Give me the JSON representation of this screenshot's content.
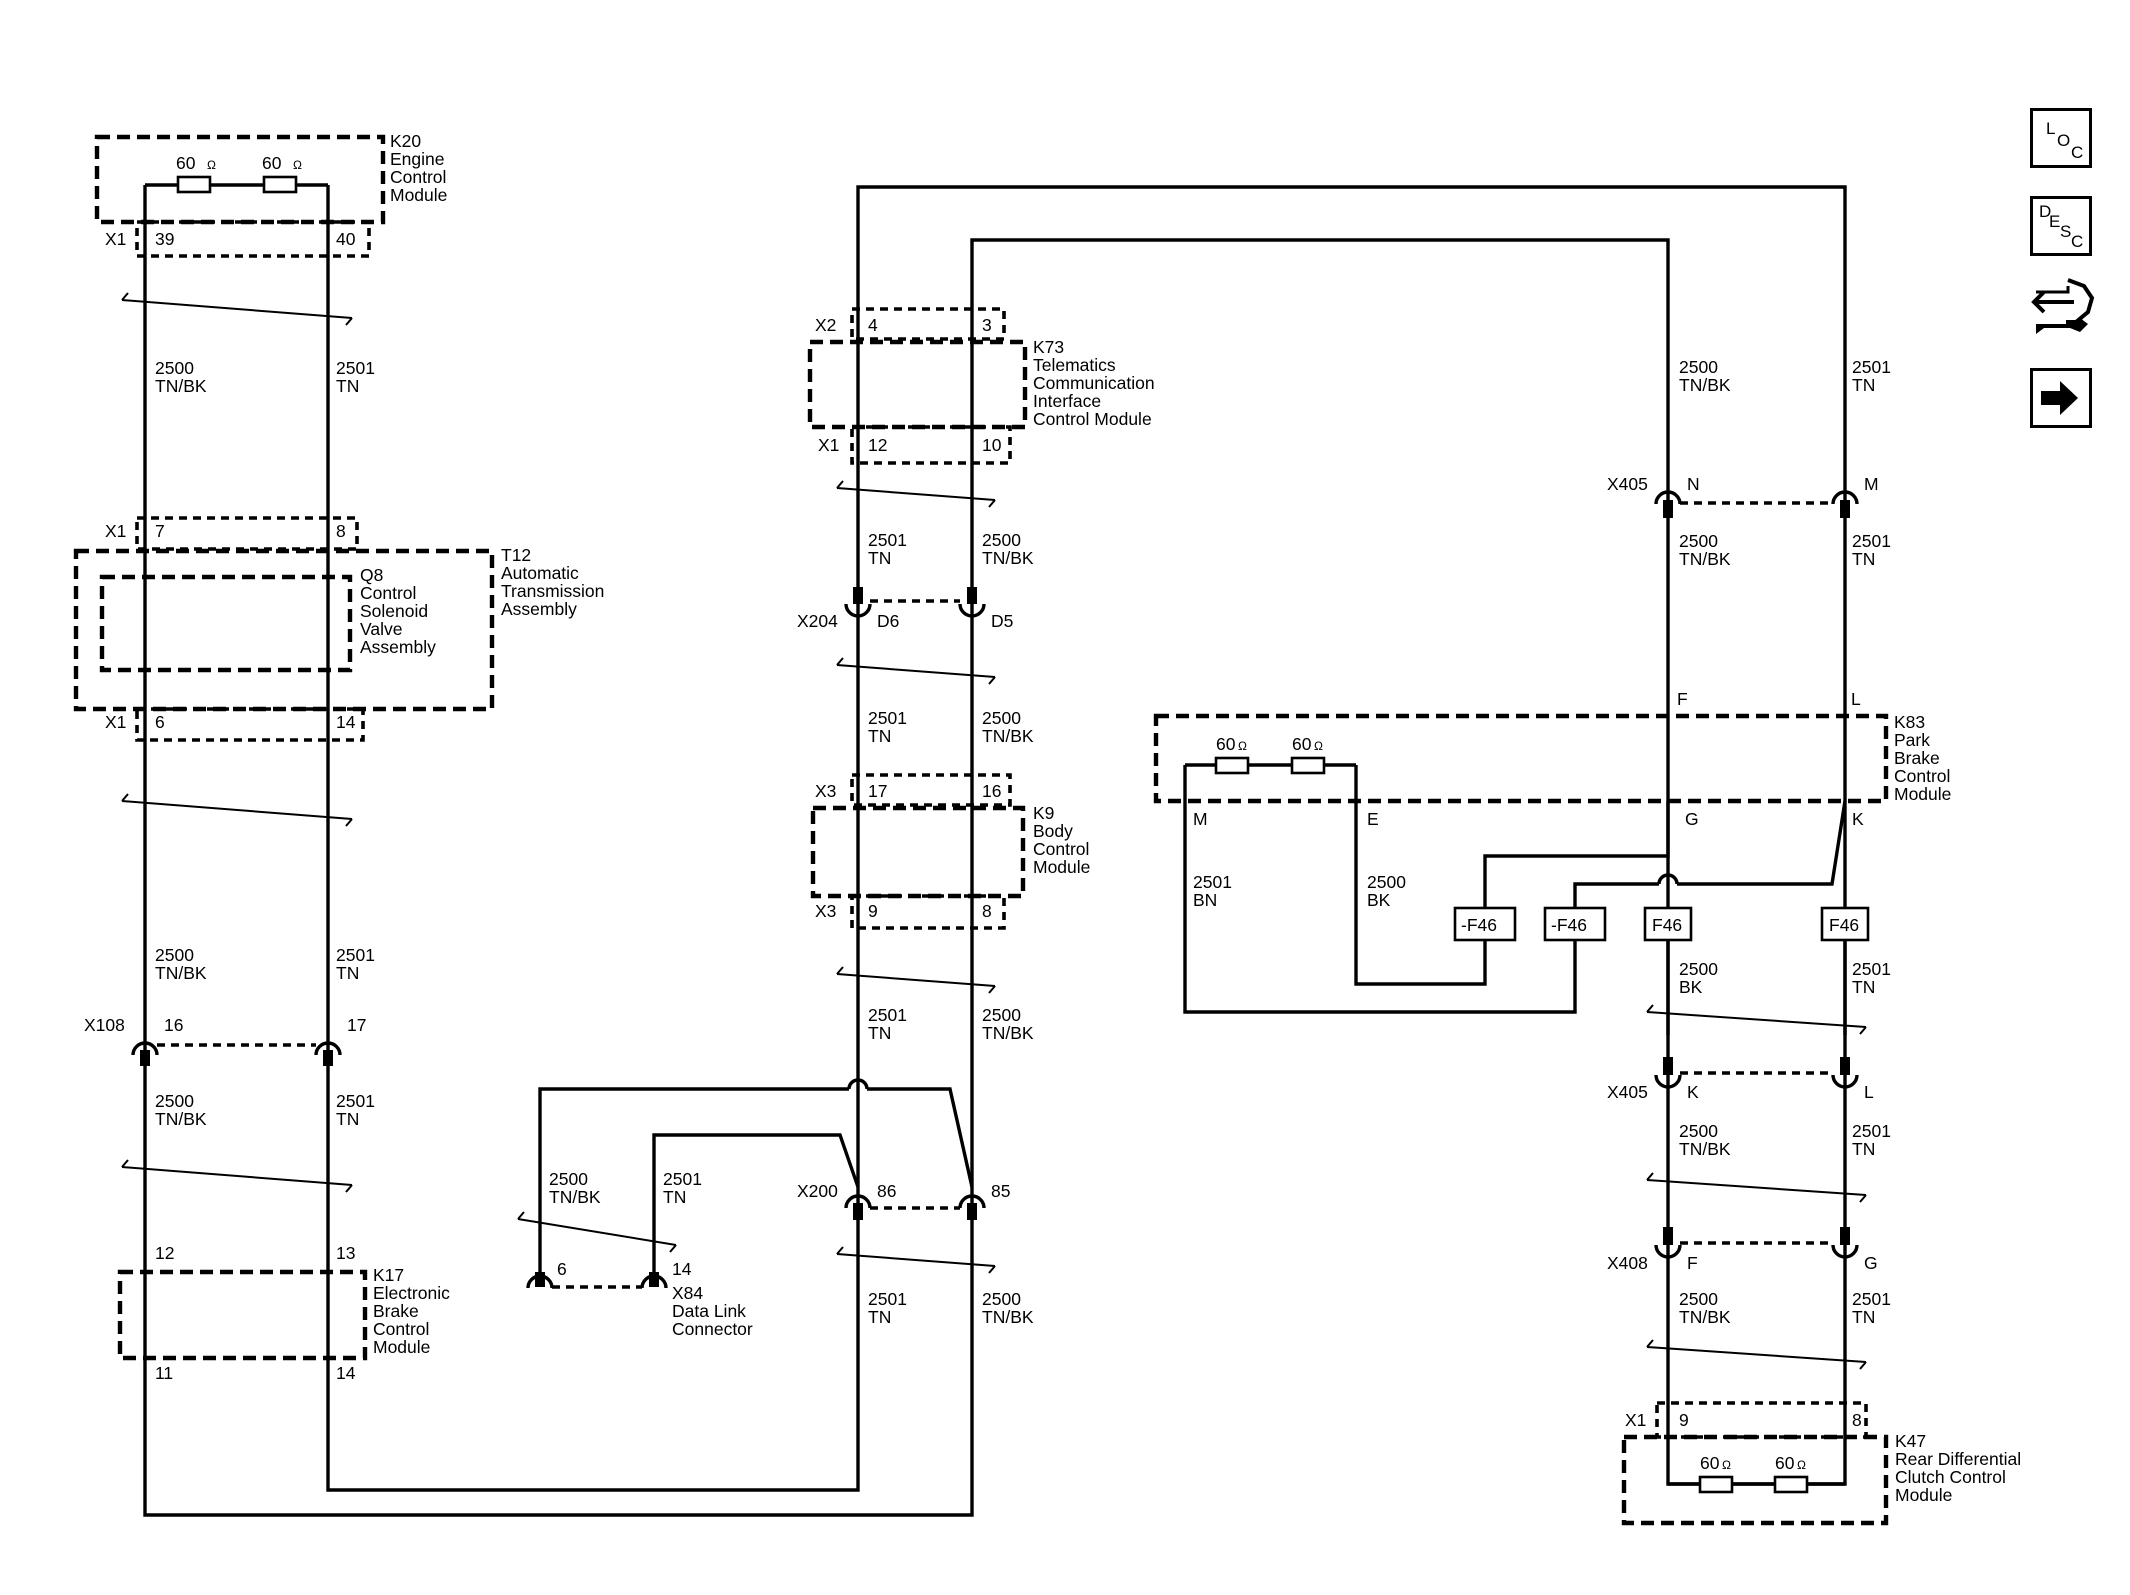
{
  "nav": {
    "loc_letters": [
      "L",
      "O",
      "C"
    ],
    "desc_letters": [
      "D",
      "E",
      "S",
      "C"
    ]
  },
  "ohm": "Ω",
  "modules": {
    "k20": [
      "K20",
      "Engine",
      "Control",
      "Module"
    ],
    "t12": [
      "T12",
      "Automatic",
      "Transmission",
      "Assembly"
    ],
    "q8": [
      "Q8",
      "Control",
      "Solenoid",
      "Valve",
      "Assembly"
    ],
    "k17": [
      "K17",
      "Electronic",
      "Brake",
      "Control",
      "Module"
    ],
    "k73": [
      "K73",
      "Telematics",
      "Communication",
      "Interface",
      "Control Module"
    ],
    "k9": [
      "K9",
      "Body",
      "Control",
      "Module"
    ],
    "x84": [
      "X84",
      "Data Link",
      "Connector"
    ],
    "k83": [
      "K83",
      "Park",
      "Brake",
      "Control",
      "Module"
    ],
    "k47": [
      "K47",
      "Rear Differential",
      "Clutch Control",
      "Module"
    ]
  },
  "resistors": {
    "value": "60"
  },
  "connectors": {
    "x1": "X1",
    "x2": "X2",
    "x3": "X3",
    "x108": "X108",
    "x200": "X200",
    "x204": "X204",
    "x405": "X405",
    "x408": "X408"
  },
  "pins": {
    "k20_39": "39",
    "k20_40": "40",
    "t12_7": "7",
    "t12_8": "8",
    "t12_6": "6",
    "t12_14": "14",
    "x108_16": "16",
    "x108_17": "17",
    "k17_12": "12",
    "k17_13": "13",
    "k17_11": "11",
    "k17_14": "14",
    "k73_4": "4",
    "k73_3": "3",
    "k73_12": "12",
    "k73_10": "10",
    "x204_d6": "D6",
    "x204_d5": "D5",
    "k9_17": "17",
    "k9_16": "16",
    "k9_9": "9",
    "k9_8": "8",
    "x200_86": "86",
    "x200_85": "85",
    "x84_6": "6",
    "x84_14": "14",
    "x405_n": "N",
    "x405_m": "M",
    "k83_f": "F",
    "k83_l": "L",
    "k83_m": "M",
    "k83_e": "E",
    "k83_g": "G",
    "k83_k": "K",
    "x405_k": "K",
    "x405_l": "L",
    "x408_f": "F",
    "x408_g": "G",
    "k47_9": "9",
    "k47_8": "8"
  },
  "wires": {
    "c2500": "2500",
    "c2501": "2501",
    "tnbk": "TN/BK",
    "tn": "TN",
    "bn": "BN",
    "bk": "BK"
  },
  "fuse_tags": {
    "neg": "-F46",
    "pos": "F46"
  }
}
